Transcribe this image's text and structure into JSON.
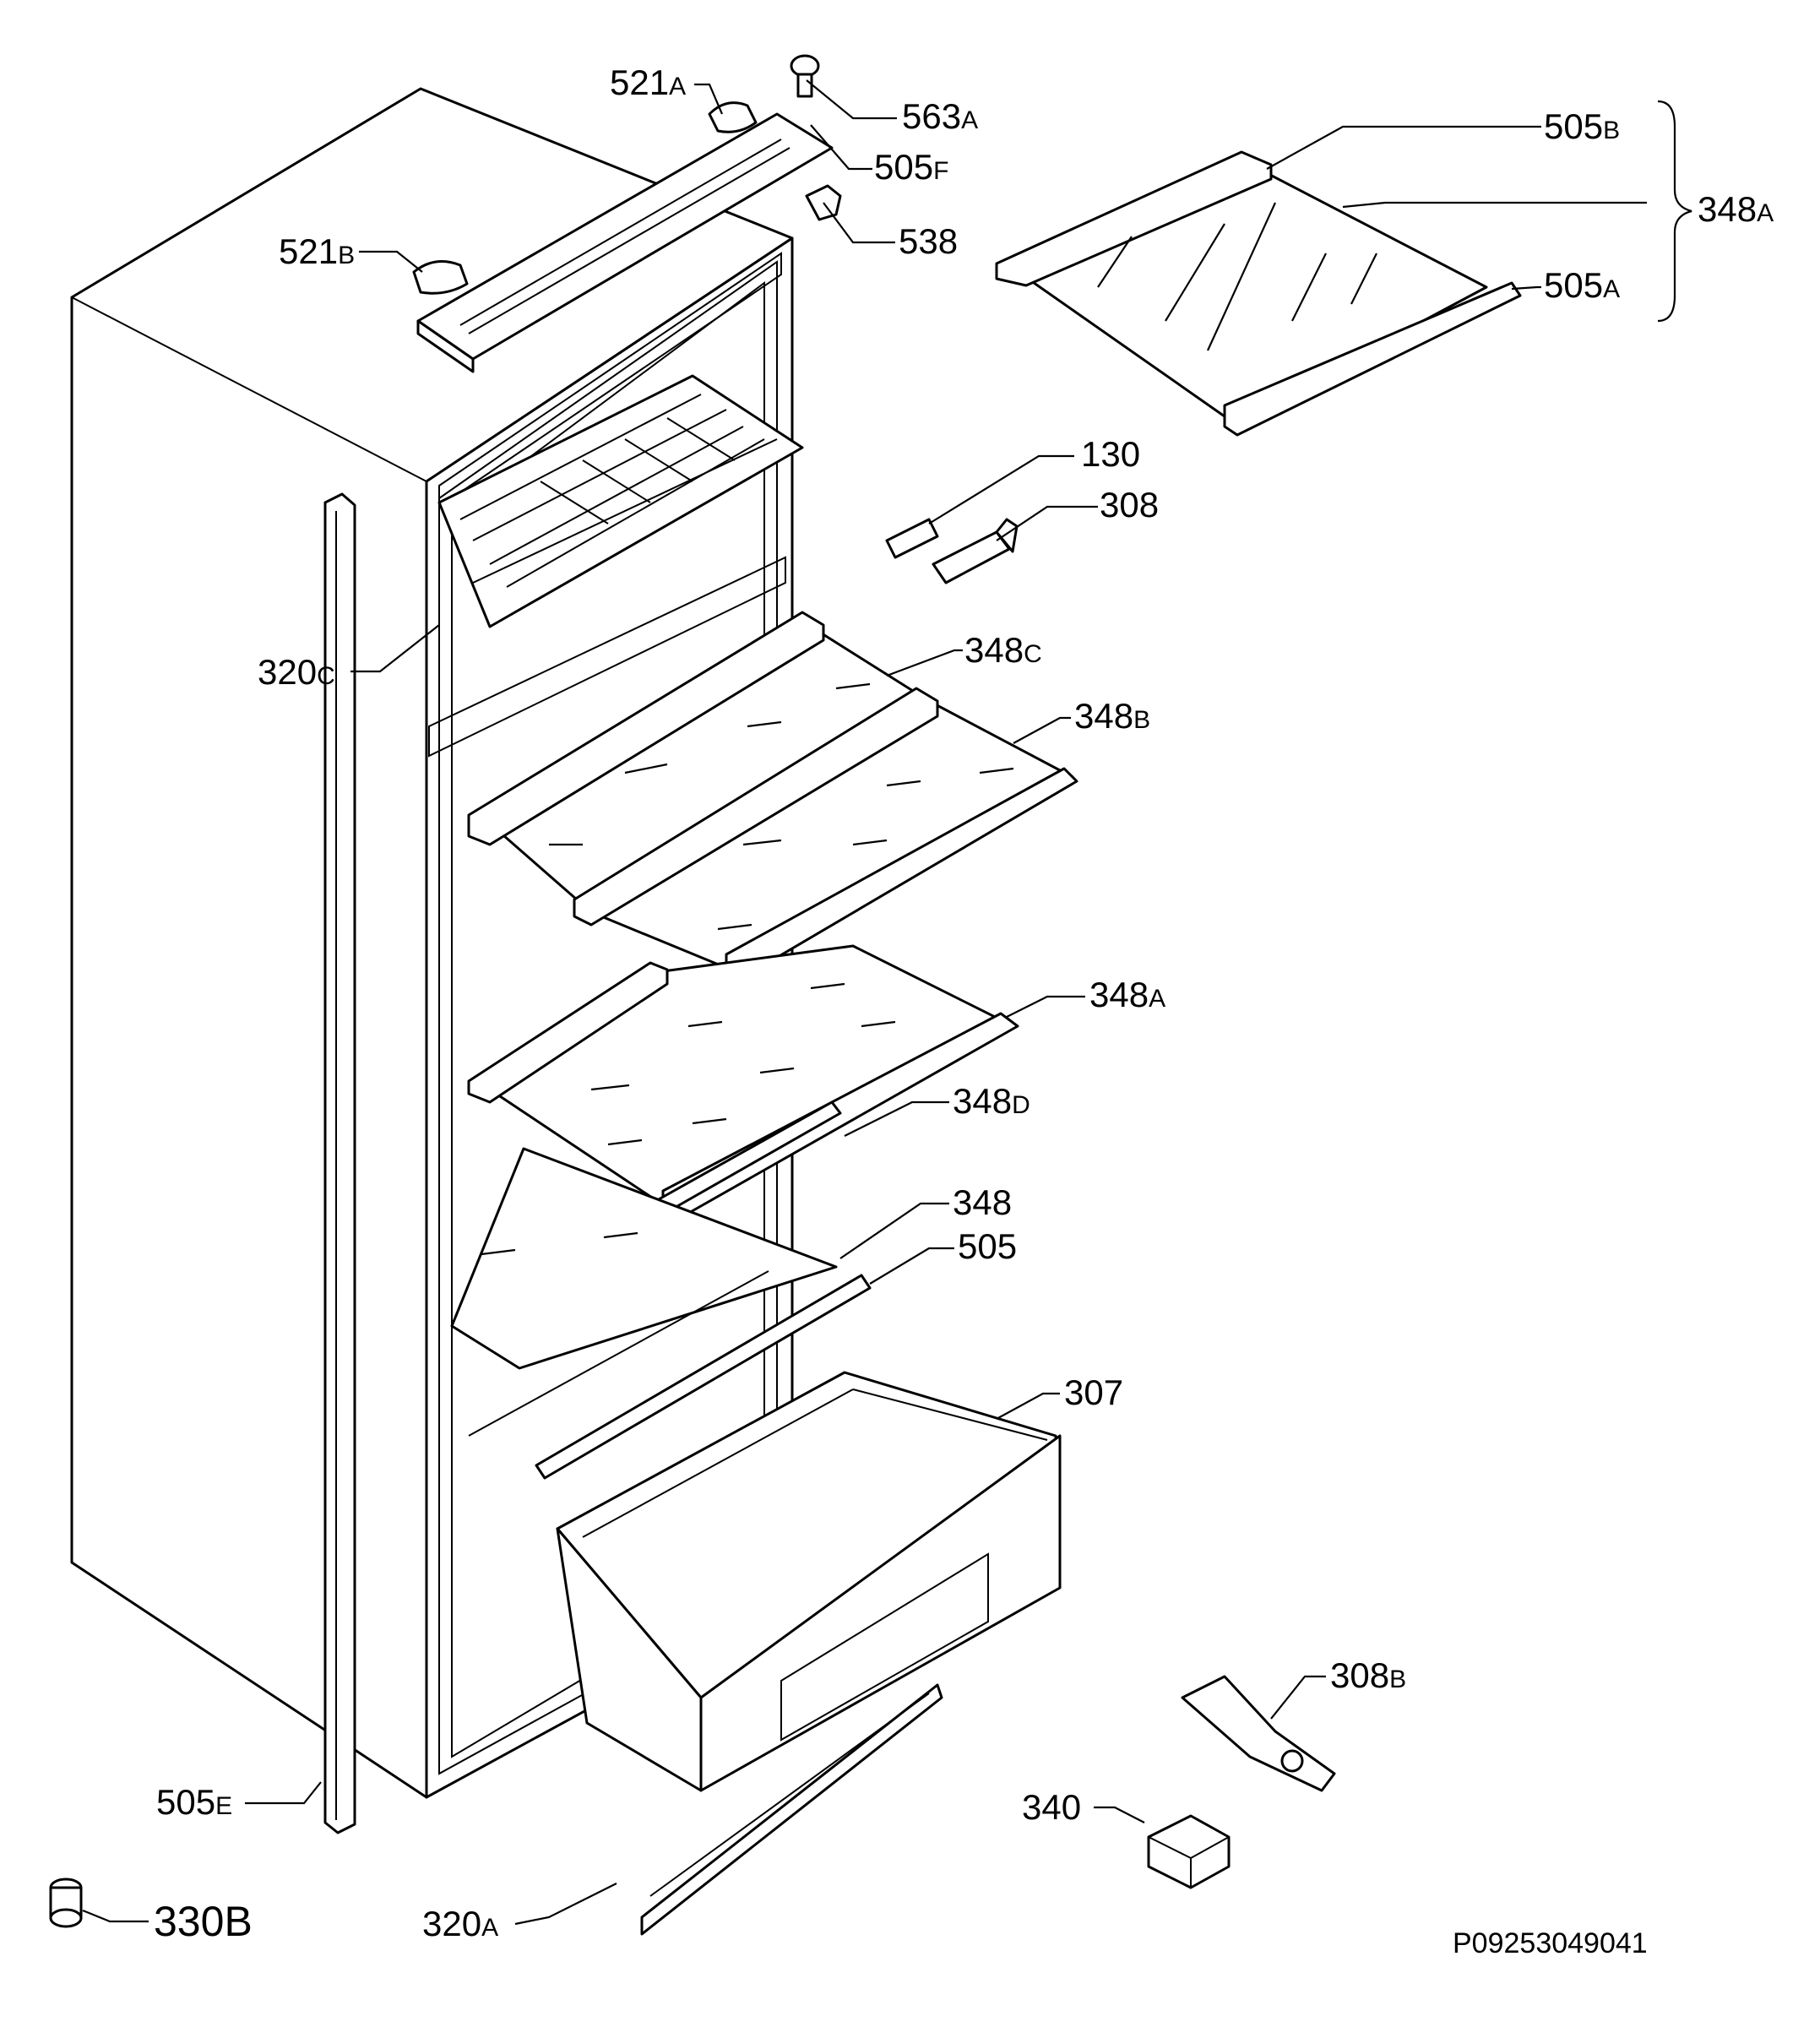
{
  "diagram_code": "P09253049041",
  "labels": [
    {
      "id": "521a",
      "num": "521",
      "suffix": "A"
    },
    {
      "id": "563a",
      "num": "563",
      "suffix": "A"
    },
    {
      "id": "505f",
      "num": "505",
      "suffix": "F"
    },
    {
      "id": "538",
      "num": "538",
      "suffix": ""
    },
    {
      "id": "521b",
      "num": "521",
      "suffix": "B"
    },
    {
      "id": "505b",
      "num": "505",
      "suffix": "B"
    },
    {
      "id": "348a-top",
      "num": "348",
      "suffix": "A"
    },
    {
      "id": "505a",
      "num": "505",
      "suffix": "A"
    },
    {
      "id": "130",
      "num": "130",
      "suffix": ""
    },
    {
      "id": "308",
      "num": "308",
      "suffix": ""
    },
    {
      "id": "320c",
      "num": "320",
      "suffix": "C"
    },
    {
      "id": "348c",
      "num": "348",
      "suffix": "C"
    },
    {
      "id": "348b",
      "num": "348",
      "suffix": "B"
    },
    {
      "id": "348a",
      "num": "348",
      "suffix": "A"
    },
    {
      "id": "348d",
      "num": "348",
      "suffix": "D"
    },
    {
      "id": "348",
      "num": "348",
      "suffix": ""
    },
    {
      "id": "505",
      "num": "505",
      "suffix": ""
    },
    {
      "id": "307",
      "num": "307",
      "suffix": ""
    },
    {
      "id": "308b",
      "num": "308",
      "suffix": "B"
    },
    {
      "id": "340",
      "num": "340",
      "suffix": ""
    },
    {
      "id": "505e",
      "num": "505",
      "suffix": "E"
    },
    {
      "id": "320a",
      "num": "320",
      "suffix": "A"
    },
    {
      "id": "330b",
      "num": "330",
      "suffix": "B"
    }
  ]
}
